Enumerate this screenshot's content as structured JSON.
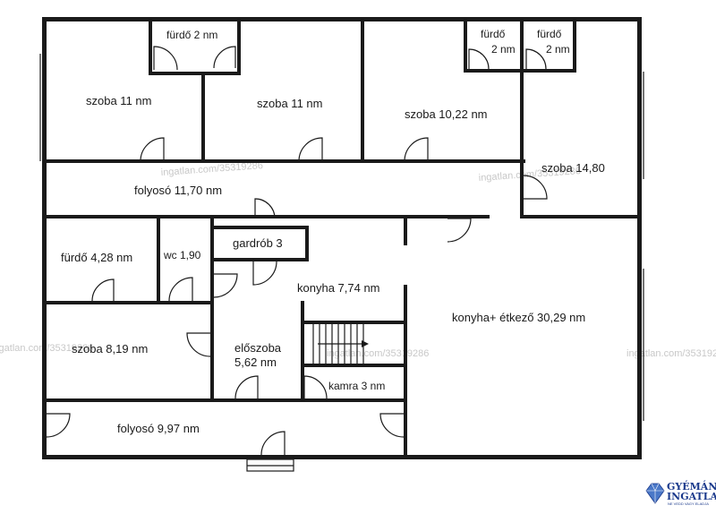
{
  "rooms": {
    "furdo_top": "fürdő 2 nm",
    "szoba1": "szoba 11 nm",
    "szoba2": "szoba 11 nm",
    "szoba3": "szoba 10,22 nm",
    "furdo_a": "fürdő",
    "furdo_a_area": "2 nm",
    "furdo_b": "fürdő",
    "furdo_b_area": "2 nm",
    "szoba4": "szoba 14,80",
    "folyoso1": "folyosó 11,70 nm",
    "furdo_mid": "fürdő 4,28 nm",
    "wc": "wc 1,90",
    "gardrob": "gardrób 3",
    "konyha": "konyha 7,74 nm",
    "konyha_etkezo": "konyha+ étkező 30,29 nm",
    "szoba5": "szoba 8,19 nm",
    "eloszoba": "előszoba",
    "eloszoba_area": "5,62 nm",
    "kamra": "kamra 3 nm",
    "folyoso2": "folyosó 9,97 nm"
  },
  "watermark": "ingatlan.com/35319286",
  "logo": {
    "line1": "GYÉMÁNT",
    "line2": "INGATLAN",
    "tagline": "NE VEDD VAGY ELADJA"
  }
}
